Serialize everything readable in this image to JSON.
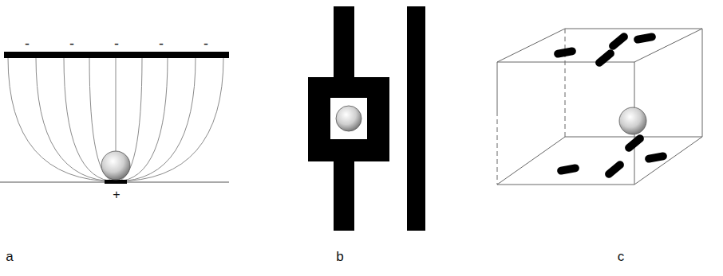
{
  "diagram": {
    "labels": [
      "-",
      "-",
      "-",
      "-",
      "-",
      "+",
      "a",
      "b",
      "c"
    ]
  }
}
